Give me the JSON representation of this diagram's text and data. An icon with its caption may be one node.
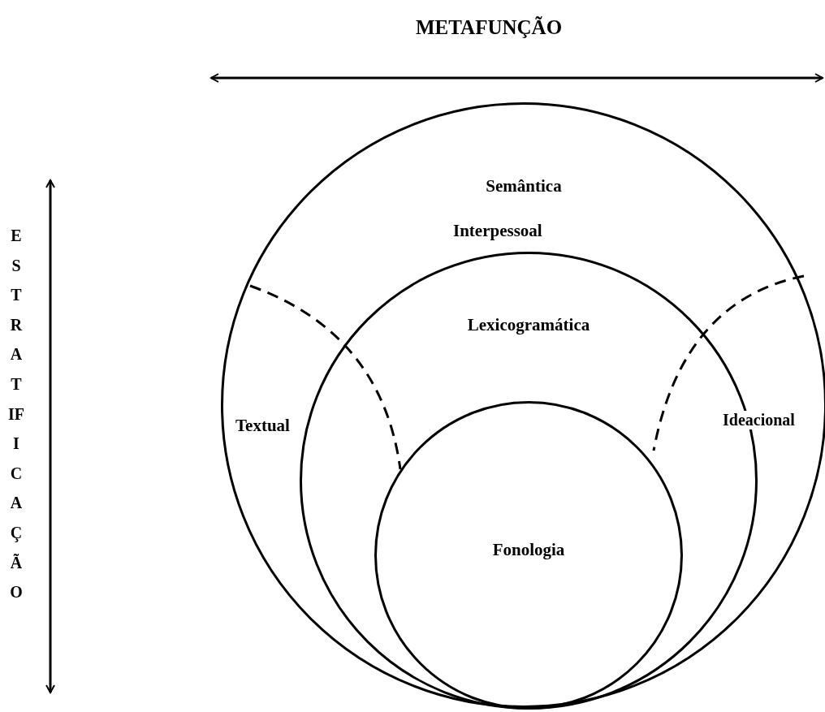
{
  "diagram": {
    "nodes": [
      {
        "text": [
          "Semântica"
        ]
      },
      {
        "text": [
          "Lexicogramática"
        ],
        "in": 0
      },
      {
        "text": [
          "Fonologia"
        ],
        "in": 1
      }
    ],
    "edges": [],
    "labels": [
      "METAFUNÇÃO",
      "ESTRATIFICAÇÃO",
      "Interpessoal",
      "Textual",
      "Ideacional"
    ]
  }
}
